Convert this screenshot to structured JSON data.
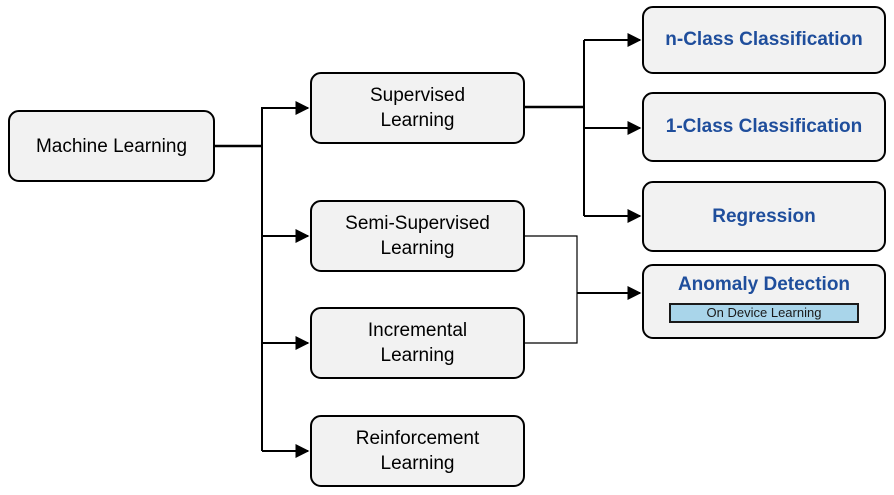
{
  "diagram": {
    "root": {
      "label": "Machine Learning"
    },
    "branches": [
      {
        "key": "supervised",
        "label": "Supervised\nLearning"
      },
      {
        "key": "semi",
        "label": "Semi-Supervised\nLearning"
      },
      {
        "key": "incremental",
        "label": "Incremental\nLearning"
      },
      {
        "key": "reinforcement",
        "label": "Reinforcement\nLearning"
      }
    ],
    "supervised_children": [
      {
        "key": "nclass",
        "label": "n-Class Classification"
      },
      {
        "key": "oneclass",
        "label": "1-Class Classification"
      },
      {
        "key": "regression",
        "label": "Regression"
      }
    ],
    "anomaly": {
      "label": "Anomaly Detection",
      "tag": "On Device Learning"
    },
    "colors": {
      "box_fill": "#f2f2f2",
      "box_border": "#000000",
      "leaf_text": "#1f4e9c",
      "tag_fill": "#a9d5ea"
    }
  }
}
